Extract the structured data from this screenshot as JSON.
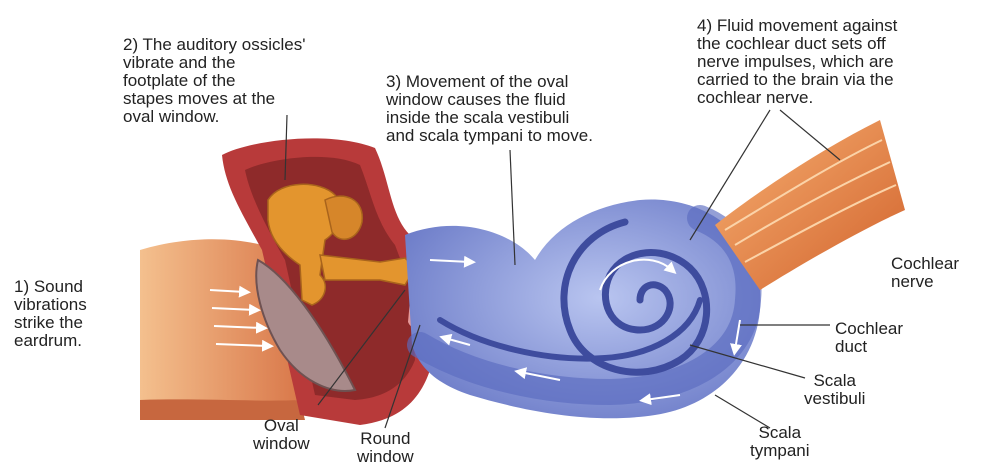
{
  "steps": {
    "step1": "1) Sound\nvibrations\nstrike the\neardrum.",
    "step2": "2) The auditory ossicles'\nvibrate and the\nfootplate of the\nstapes moves at the\noval window.",
    "step3": "3) Movement of the oval\nwindow causes the fluid\ninside the scala vestibuli\nand scala tympani to move.",
    "step4": "4) Fluid movement against\nthe cochlear duct sets off\nnerve impulses, which are\ncarried to the brain via the\ncochlear nerve."
  },
  "labels": {
    "oval_window": "Oval\nwindow",
    "round_window": "Round\nwindow",
    "cochlear_nerve": "Cochlear\nnerve",
    "cochlear_duct": "Cochlear\nduct",
    "scala_vestibuli": "Scala\nvestibuli",
    "scala_tympani": "Scala\ntympani"
  },
  "colors": {
    "canal": "#e59866",
    "middle_ear": "#b83a3a",
    "middle_ear_inner": "#8e2a2a",
    "eardrum": "#a88a8a",
    "ossicles": "#e3952e",
    "cochlea": "#7d8fd6",
    "cochlea_light": "#a6b4ea",
    "nerve": "#e5803f",
    "leader": "#333333"
  }
}
